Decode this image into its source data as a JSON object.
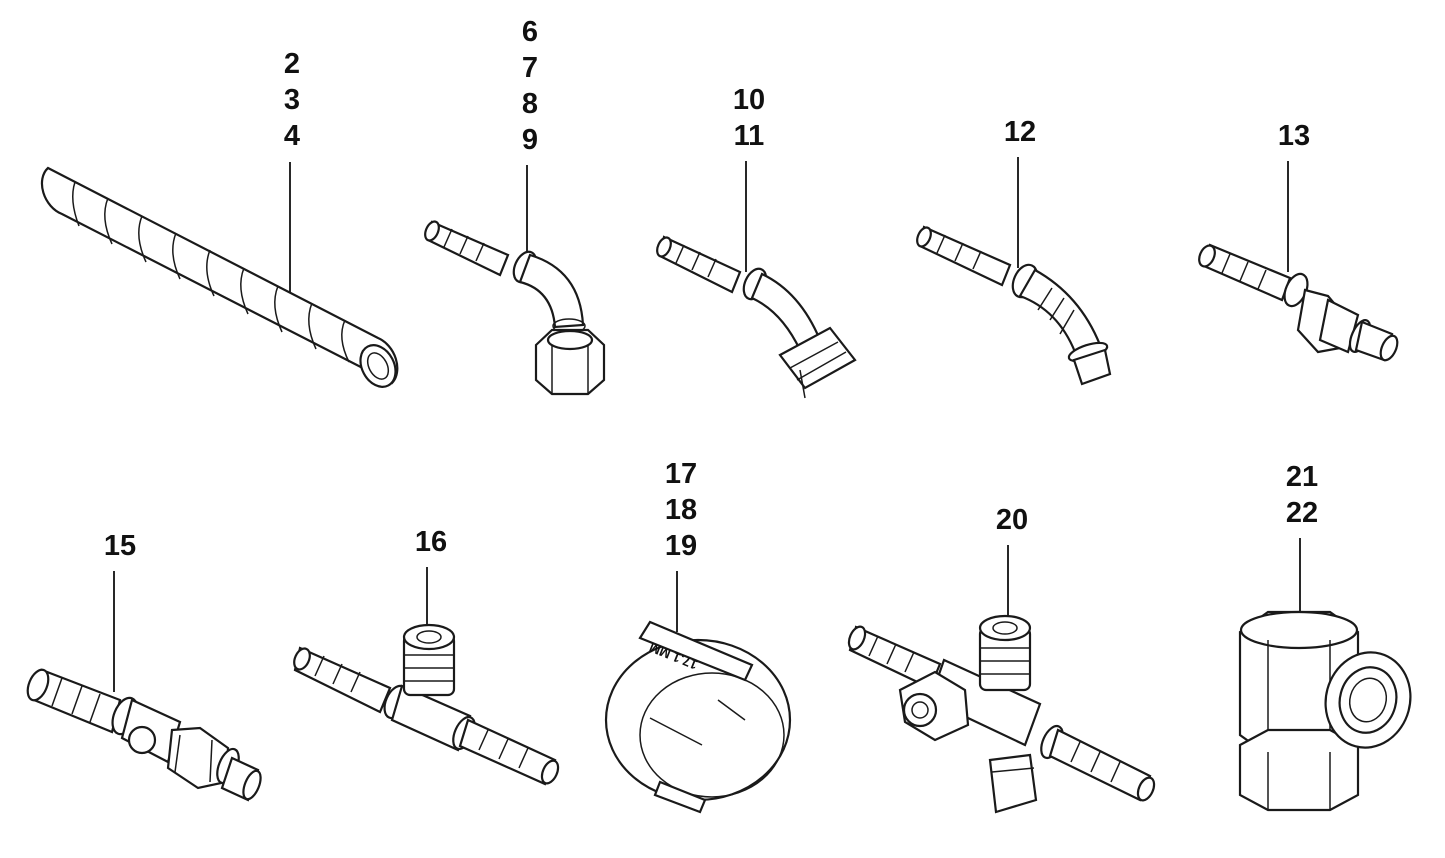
{
  "diagram": {
    "parts": [
      {
        "id": "hose",
        "labels": [
          "2",
          "3",
          "4"
        ]
      },
      {
        "id": "fitting-90",
        "labels": [
          "6",
          "7",
          "8",
          "9"
        ]
      },
      {
        "id": "fitting-45-nut",
        "labels": [
          "10",
          "11"
        ]
      },
      {
        "id": "fitting-45-oring",
        "labels": [
          "12"
        ]
      },
      {
        "id": "fitting-straight-nut",
        "labels": [
          "13"
        ]
      },
      {
        "id": "fitting-offset-nut",
        "labels": [
          "15"
        ]
      },
      {
        "id": "tee-service-port",
        "labels": [
          "16"
        ]
      },
      {
        "id": "hose-clamp",
        "labels": [
          "17",
          "18",
          "19"
        ],
        "stamp": "17.1 MM"
      },
      {
        "id": "tee-switch-port",
        "labels": [
          "20"
        ]
      },
      {
        "id": "elbow-block",
        "labels": [
          "21",
          "22"
        ]
      }
    ]
  },
  "colors": {
    "line": "#1a1a1a",
    "background": "#ffffff"
  }
}
